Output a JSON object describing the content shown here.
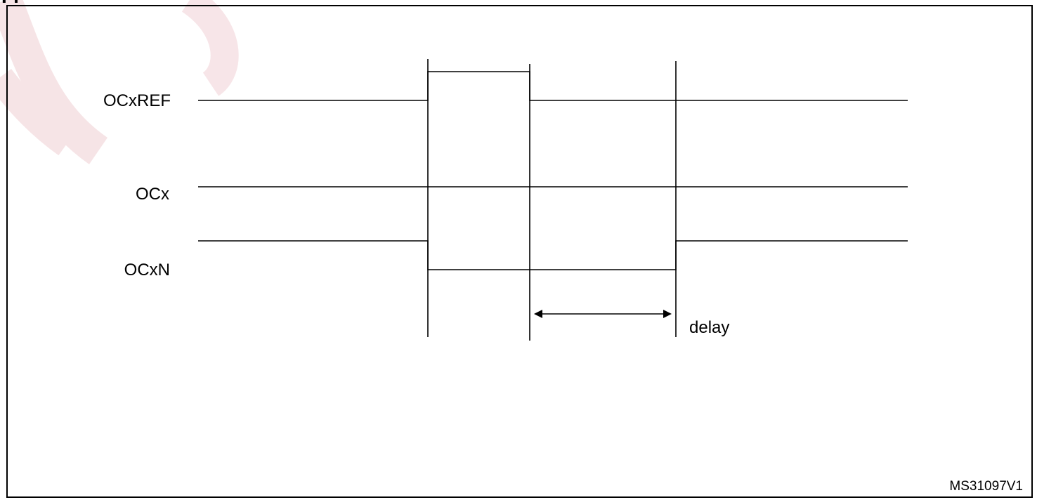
{
  "figure": {
    "heading_fragment": "Fi",
    "signals": [
      {
        "name": "OCxREF"
      },
      {
        "name": "OCx"
      },
      {
        "name": "OCxN"
      }
    ],
    "delay_label": "delay",
    "figure_id": "MS31097V1"
  },
  "colors": {
    "line": "#000000",
    "frame": "#000000",
    "watermark": "#b3001b"
  }
}
